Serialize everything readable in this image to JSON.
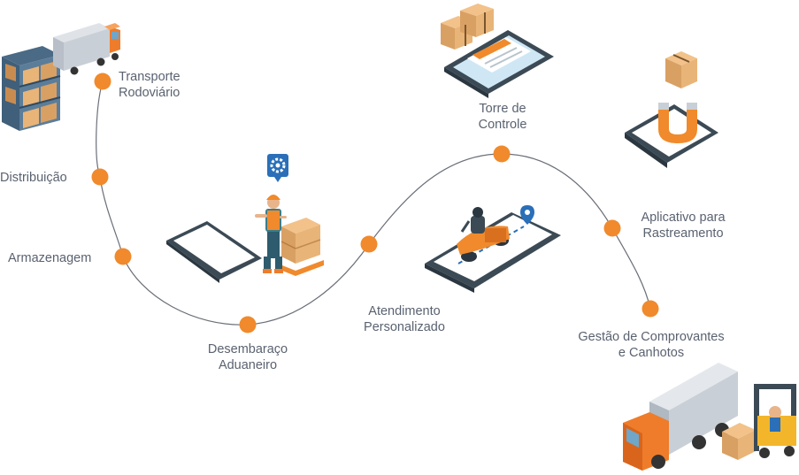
{
  "colors": {
    "accent": "#f08a2c",
    "path": "#6a6f78",
    "text": "#5a6270",
    "device_dark": "#3b4a55",
    "screen": "#ffffff",
    "box": "#e9b478"
  },
  "steps": [
    {
      "line1": "Transporte",
      "line2": "Rodoviário"
    },
    {
      "line1": "Distribuição",
      "line2": ""
    },
    {
      "line1": "Armazenagem",
      "line2": ""
    },
    {
      "line1": "Desembaraço",
      "line2": "Aduaneiro"
    },
    {
      "line1": "Atendimento",
      "line2": "Personalizado"
    },
    {
      "line1": "Torre de",
      "line2": "Controle"
    },
    {
      "line1": "Aplicativo para",
      "line2": "Rastreamento"
    },
    {
      "line1": "Gestão de Comprovantes",
      "line2": "e Canhotos"
    }
  ],
  "illustrations": {
    "warehouse": "warehouse-truck-illustration",
    "worker": "customs-worker-illustration",
    "delivery": "delivery-phone-illustration",
    "control": "control-tablet-illustration",
    "magnet": "magnet-phone-illustration",
    "truck": "truck-forklift-illustration"
  }
}
